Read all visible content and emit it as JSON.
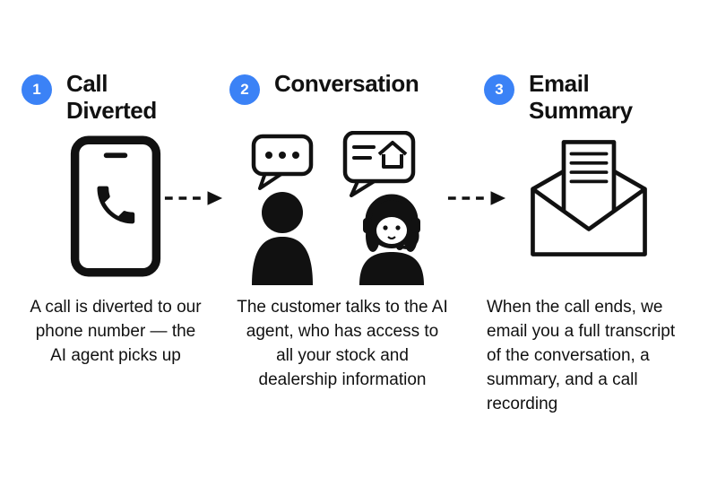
{
  "colors": {
    "accent_blue": "#3b82f6",
    "ink": "#111111",
    "background": "#ffffff"
  },
  "diagram": {
    "type": "process-flow",
    "steps": [
      {
        "number": "1",
        "title": "Call Diverted",
        "description": "A call is diverted to our phone number — the AI agent picks up",
        "icon": "phone-icon"
      },
      {
        "number": "2",
        "title": "Conversation",
        "description": "The customer talks to the AI agent, who has access to all your stock and dealership information",
        "icon": "customer-and-ai-agent-icon"
      },
      {
        "number": "3",
        "title": "Email Summary",
        "description": "When the call ends, we email you a full transcript of the conversation, a summary, and a call recording",
        "icon": "open-email-icon"
      }
    ],
    "connectors": [
      {
        "from": "1",
        "to": "2",
        "style": "dashed-arrow"
      },
      {
        "from": "2",
        "to": "3",
        "style": "dashed-arrow"
      }
    ]
  }
}
